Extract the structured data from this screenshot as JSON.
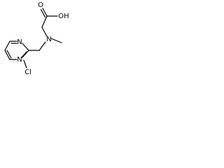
{
  "structure": {
    "atoms": {
      "carbonyl_o": "O",
      "hydroxyl": "OH",
      "amine_n": "N",
      "ring_n_top": "N",
      "ring_n_bottom": "N",
      "chlorine": "Cl"
    },
    "colors": {
      "bond": "#000000",
      "text": "#000000",
      "background": "#ffffff"
    }
  }
}
